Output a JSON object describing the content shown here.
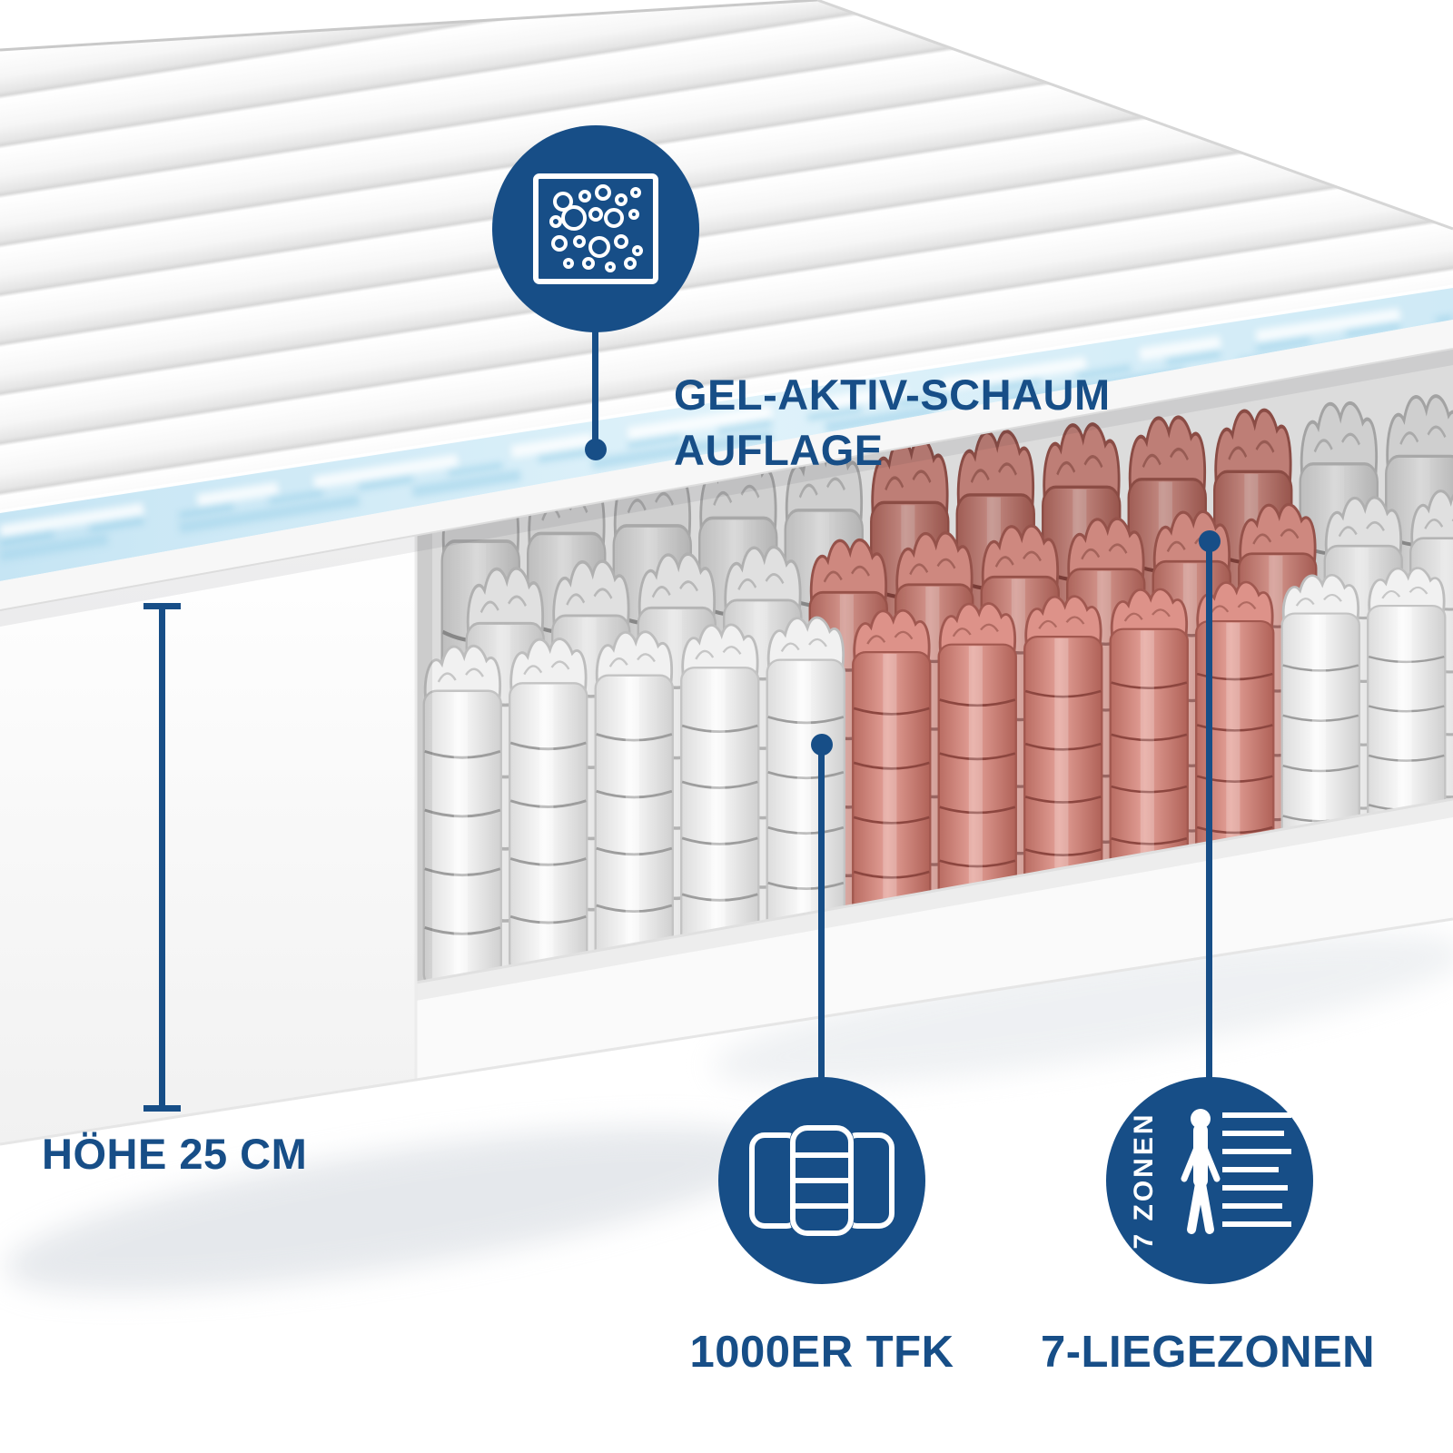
{
  "colors": {
    "accent": "#174E87",
    "spring_highlight": "#D2877C",
    "gel_layer": "#CFE9F6"
  },
  "illustration": {
    "subject": "mattress-cross-section",
    "spring_zone_colors": [
      "white",
      "salmon",
      "white"
    ]
  },
  "callouts": {
    "gel_foam": {
      "icon": "foam-bubbles-icon",
      "label_line1": "GEL-AKTIV-SCHAUM",
      "label_line2": "AUFLAGE"
    },
    "height": {
      "icon": "height-measure-line",
      "label": "HÖHE 25 CM"
    },
    "pocket_springs": {
      "icon": "pocket-spring-icon",
      "label": "1000ER TFK"
    },
    "zones": {
      "icon": "body-zones-icon",
      "badge_vertical_text": "7 ZONEN",
      "label": "7-LIEGEZONEN"
    }
  }
}
